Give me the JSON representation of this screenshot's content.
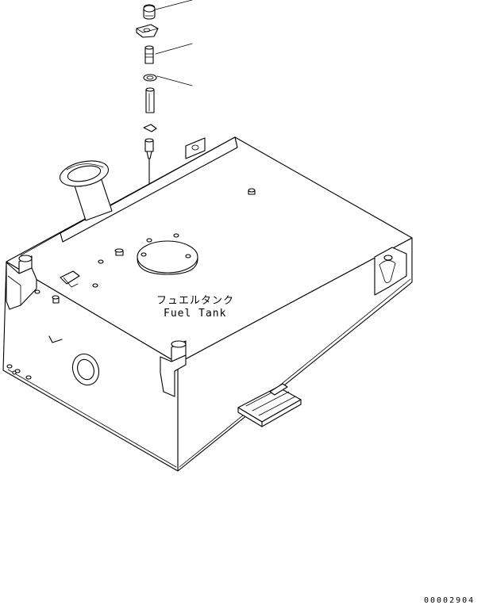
{
  "tank_label": {
    "japanese": "フュエルタンク",
    "english": "Fuel Tank"
  },
  "drawing_code": "00002904"
}
